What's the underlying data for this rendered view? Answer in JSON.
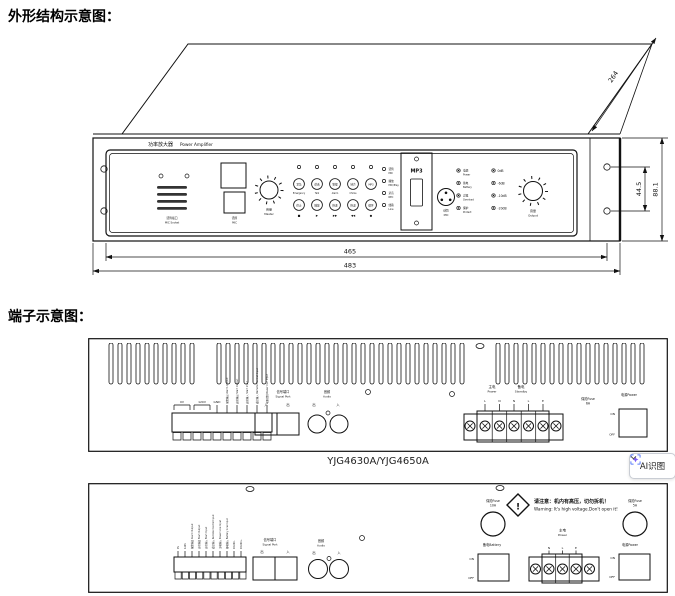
{
  "headings": {
    "structure": "外形结构示意图：",
    "terminals": "端子示意图："
  },
  "model": "YJG4630A/YJG4650A",
  "ai_button": {
    "label": "AI识图"
  },
  "front": {
    "brand_zh": "功率放大器",
    "brand_en": "Power Amplifier",
    "dim_depth": "264",
    "dim_u": "44.5",
    "dim_h": "88.1",
    "dim_w_inner": "465",
    "dim_w_outer": "483",
    "mic_socket_zh": "话筒插口",
    "mic_socket_en": "MIC Socket",
    "mic_btn_zh": "话筒",
    "mic_btn_en": "MIC",
    "master_zh": "音量",
    "master_en": "Master",
    "output_zh": "音量",
    "output_en": "Output",
    "mp3": "MP3",
    "xlr_zh": "话筒",
    "xlr_en": "MIC",
    "row1": [
      {
        "zh": "紧急",
        "en": "Emergency"
      },
      {
        "zh": "讲话",
        "en": "Talk"
      },
      {
        "zh": "警报",
        "en": "Alarm"
      },
      {
        "zh": "钟声",
        "en": "Chime"
      },
      {
        "zh": "MP3",
        "en": ""
      }
    ],
    "row2": [
      {
        "zh": "停止",
        "sym": "■"
      },
      {
        "zh": "播放",
        "sym": "▶"
      },
      {
        "zh": "快进",
        "sym": "▶▶"
      },
      {
        "zh": "快退",
        "sym": "◀◀"
      },
      {
        "zh": "循环",
        "sym": "●"
      }
    ],
    "mode_leds": [
      {
        "zh": "话筒",
        "en": "MIC"
      },
      {
        "zh": "播放",
        "en": "MIC/Play"
      },
      {
        "zh": "录音",
        "en": "REC"
      },
      {
        "zh": "线路",
        "en": "Line"
      }
    ],
    "status_leds": [
      {
        "zh": "电源",
        "en": "Power"
      },
      {
        "zh": "备电",
        "en": "Battery"
      },
      {
        "zh": "过载",
        "en": "Overload"
      },
      {
        "zh": "保护",
        "en": "Protect"
      }
    ],
    "level_leds": [
      "0dB",
      "-6dB",
      "-10dB",
      "-20dB"
    ]
  },
  "rear1": {
    "t0": "0V",
    "t1": "120V",
    "t2": "GND",
    "rot": [
      "报警输出 Alarm Output",
      "启动输出 Start Output",
      "启动输入 Start Input",
      "遥控输入 Remote Control Input",
      "电源控制 Power Con Input"
    ],
    "sig_zh": "信号端口",
    "sig_en": "Signal Port",
    "sig_left": "入",
    "sig_right": "出",
    "aud_zh": "音频",
    "aud_en": "Audio",
    "aud_left": "出",
    "aud_right": "入",
    "pw_zh": "主电",
    "pw_en": "Power",
    "pw_l": "L",
    "pw_n": "N",
    "sb_zh": "备电",
    "sb_en": "Standby",
    "sb_n": "N",
    "sb_l": "L",
    "sb_e": "E",
    "fuse": "保险Fuse",
    "fuse_a": "6A",
    "sw": "电源Power",
    "on": "ON",
    "off": "OFF"
  },
  "rear2": {
    "rot": [
      "0V",
      "120V",
      "报警输出 Alarm Output",
      "启动输出 Start Output",
      "启动输入 Start Input",
      "遥控输入 Remote Control Input",
      "主电输入 Power Line Input",
      "备电输入 Battery Line Input",
      "DC24V-",
      "DC24V+"
    ],
    "sig_zh": "信号端口",
    "sig_en": "Signal Port",
    "sig_left": "出",
    "sig_right": "入",
    "aud_zh": "音频",
    "aud_en": "Audio",
    "aud_left": "出",
    "aud_right": "入",
    "fuse1": "保险Fuse",
    "fuse1_a": "10A",
    "fuse2": "保险Fuse",
    "fuse2_a": "5A",
    "warn_mark": "!",
    "warn_zh": "请注意：机内有高压，切勿拆机！",
    "warn_en": "Warning: It's high voltage.Don't open it!",
    "bat": "备电Battery",
    "pw_zh": "主电",
    "pw_en": "Power",
    "pw_n": "N",
    "pw_l": "L",
    "pw_e": "E",
    "sw": "电源Power",
    "on": "ON",
    "off": "OFF"
  }
}
